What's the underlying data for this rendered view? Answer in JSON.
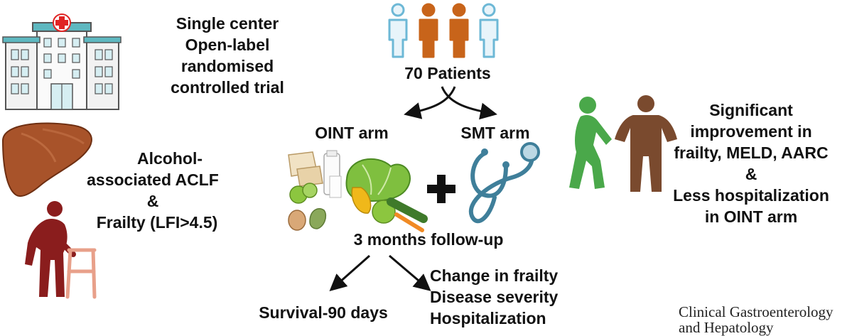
{
  "study_design": {
    "lines": [
      "Single center",
      "Open-label",
      "randomised",
      "controlled trial"
    ]
  },
  "patients": {
    "label": "70 Patients"
  },
  "arms": {
    "left": "OINT arm",
    "right": "SMT arm"
  },
  "population": {
    "lines": [
      "Alcohol-",
      "associated ACLF",
      "&",
      "Frailty (LFI>4.5)"
    ]
  },
  "outcome_summary": {
    "lines": [
      "Significant",
      "improvement in",
      "frailty, MELD, AARC",
      "&",
      "Less hospitalization",
      "in OINT arm"
    ]
  },
  "followup": {
    "label": "3 months follow-up"
  },
  "endpoints": {
    "primary": "Survival-90 days",
    "secondary": [
      "Change in frailty",
      "Disease severity",
      "Hospitalization"
    ]
  },
  "journal": {
    "lines": [
      "Clinical Gastroenterology",
      "and Hepatology"
    ]
  },
  "colors": {
    "skin_blue": "#6db8d6",
    "person_orange": "#c8641a",
    "green": "#4aa84a",
    "brown": "#7a4a2e",
    "liver": "#a8532a",
    "walker_person": "#8a1d1d",
    "hospital_teal": "#5eb8c0",
    "cross_red": "#e02424"
  }
}
